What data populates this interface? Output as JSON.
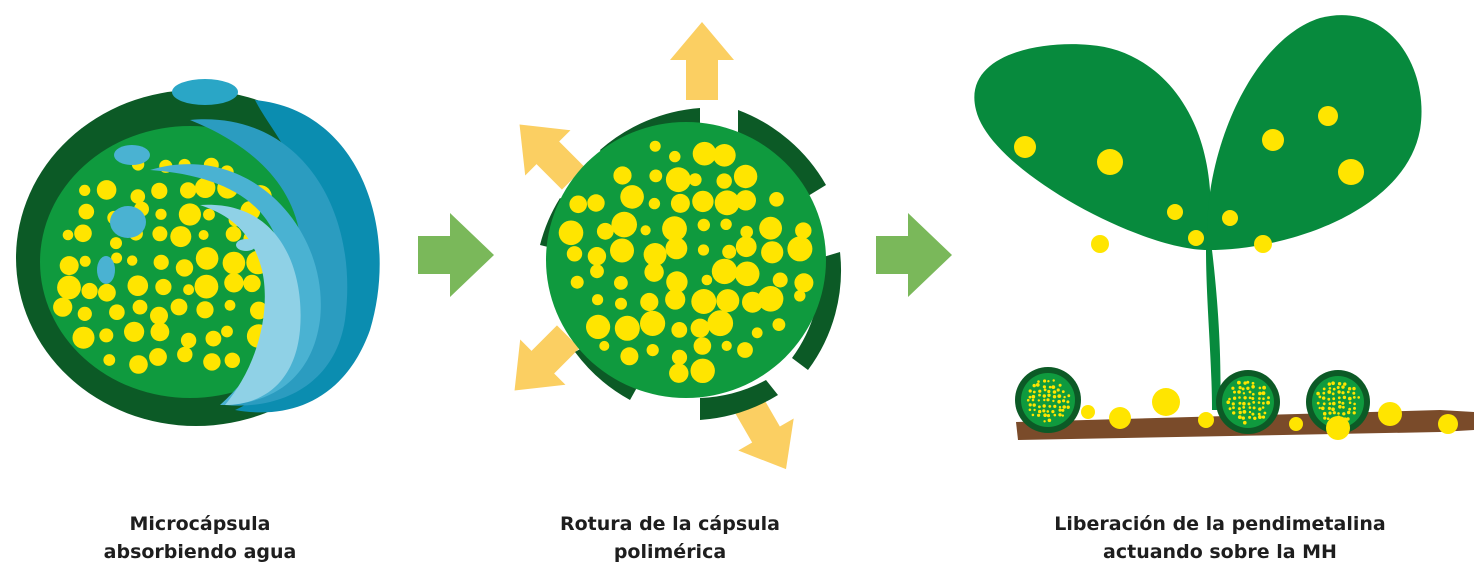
{
  "steps": [
    {
      "line1": "Microcápsula",
      "line2": "absorbiendo agua"
    },
    {
      "line1": "Rotura de la cápsula",
      "line2": "polimérica"
    },
    {
      "line1": "Liberación de la pendimetalina",
      "line2": "actuando sobre la MH"
    }
  ],
  "colors": {
    "shell_dark": "#0c5a26",
    "core_green": "#0f9a3e",
    "dot_yellow": "#ffe500",
    "water_dark": "#0b8db0",
    "water_mid": "#3aa8c9",
    "water_light": "#8fd1e6",
    "arrow_green": "#7ab85a",
    "burst_orange": "#fbcf62",
    "leaf_green": "#078a3d",
    "soil_brown": "#7a4b2a"
  },
  "icons": [
    "arrow-right-icon",
    "arrow-right-icon"
  ]
}
